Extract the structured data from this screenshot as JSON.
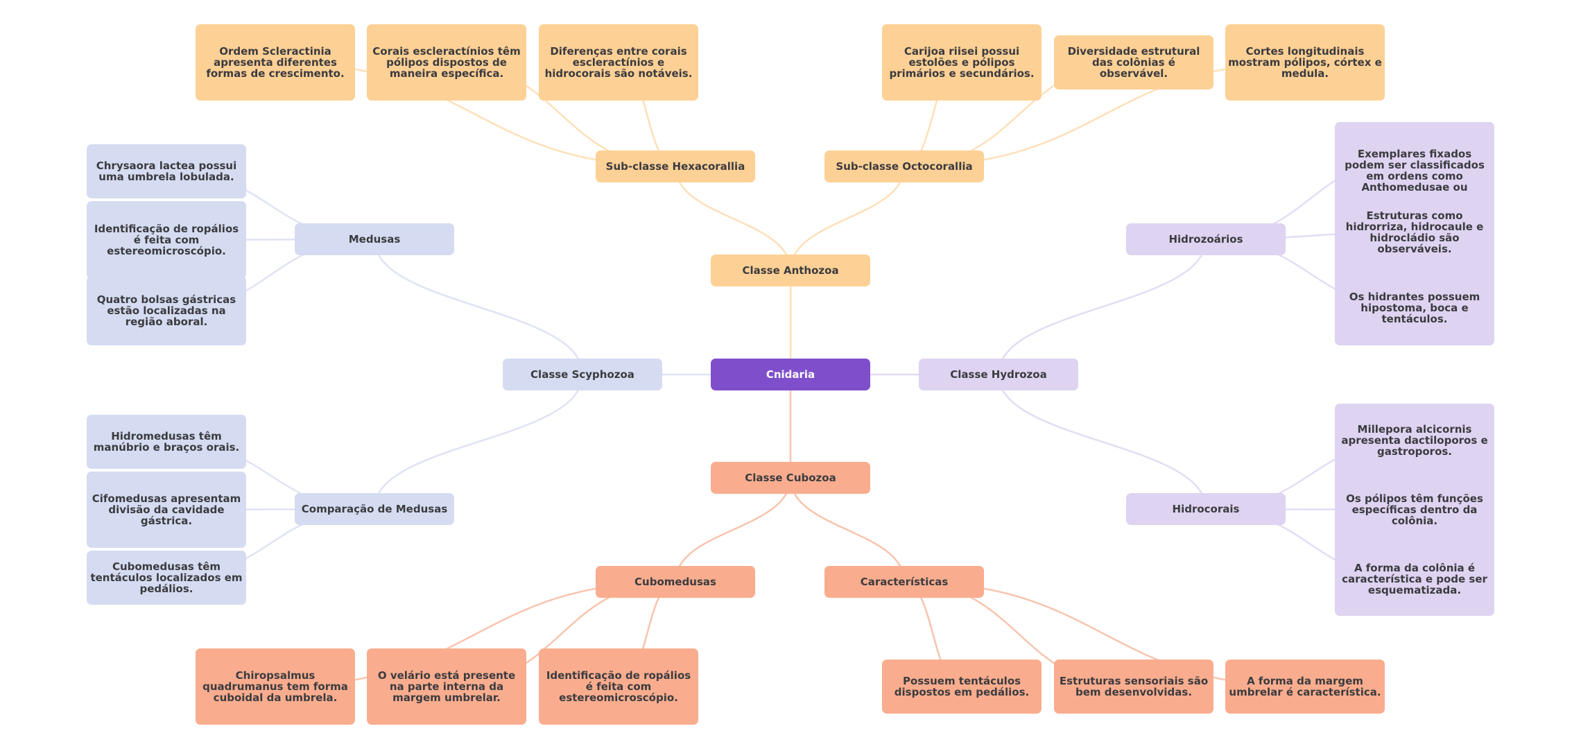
{
  "colors": {
    "root": "#7f4fcb",
    "anthozoa": "#fdd095",
    "cubozoa": "#f9ad8e",
    "scyphozoa": "#d5dcf1",
    "hydrozoa": "#ded3f1"
  },
  "root": "Cnidaria",
  "anthozoa": {
    "label": "Classe Anthozoa",
    "hexa": {
      "label": "Sub-classe Hexacorallia",
      "leaves": [
        "Ordem Scleractinia apresenta diferentes formas de crescimento.",
        "Corais escleractínios têm pólipos dispostos de maneira específica.",
        "Diferenças entre corais escleractínios e hidrocorais são notáveis."
      ]
    },
    "octo": {
      "label": "Sub-classe Octocorallia",
      "leaves": [
        "Carijoa riisei possui estolões e pólipos primários e secundários.",
        "Diversidade estrutural das colônias é observável.",
        "Cortes longitudinais mostram pólipos, córtex e medula."
      ]
    }
  },
  "cubozoa": {
    "label": "Classe Cubozoa",
    "cubo": {
      "label": "Cubomedusas",
      "leaves": [
        "Chiropsalmus quadrumanus tem forma cuboidal da umbrela.",
        "O velário está presente na parte interna da margem umbrelar.",
        "Identificação de ropálios é feita com estereomicroscópio."
      ]
    },
    "carac": {
      "label": "Características",
      "leaves": [
        "Possuem tentáculos dispostos em pedálios.",
        "Estruturas sensoriais são bem desenvolvidas.",
        "A forma da margem umbrelar é característica."
      ]
    }
  },
  "scyphozoa": {
    "label": "Classe Scyphozoa",
    "medusas": {
      "label": "Medusas",
      "leaves": [
        "Chrysaora lactea possui uma umbrela lobulada.",
        "Identificação de ropálios é feita com estereomicroscópio.",
        "Quatro bolsas gástricas estão localizadas na região aboral."
      ]
    },
    "comp": {
      "label": "Comparação de Medusas",
      "leaves": [
        "Hidromedusas têm manúbrio e braços orais.",
        "Cifomedusas apresentam divisão da cavidade gástrica.",
        "Cubomedusas têm tentáculos localizados em pedálios."
      ]
    }
  },
  "hydrozoa": {
    "label": "Classe Hydrozoa",
    "hidrozoarios": {
      "label": "Hidrozoários",
      "leaves": [
        "Exemplares fixados podem ser classificados em ordens como Anthomedusae ou Leptomedusae.",
        "Estruturas como hidrorriza, hidrocaule e hidrocládio são observáveis.",
        "Os hidrantes possuem hipostoma, boca e tentáculos."
      ]
    },
    "hidrocorais": {
      "label": "Hidrocorais",
      "leaves": [
        "Millepora alcicornis apresenta dactiloporos e gastroporos.",
        "Os pólipos têm funções específicas dentro da colônia.",
        "A forma da colônia é característica e pode ser esquematizada."
      ]
    }
  }
}
